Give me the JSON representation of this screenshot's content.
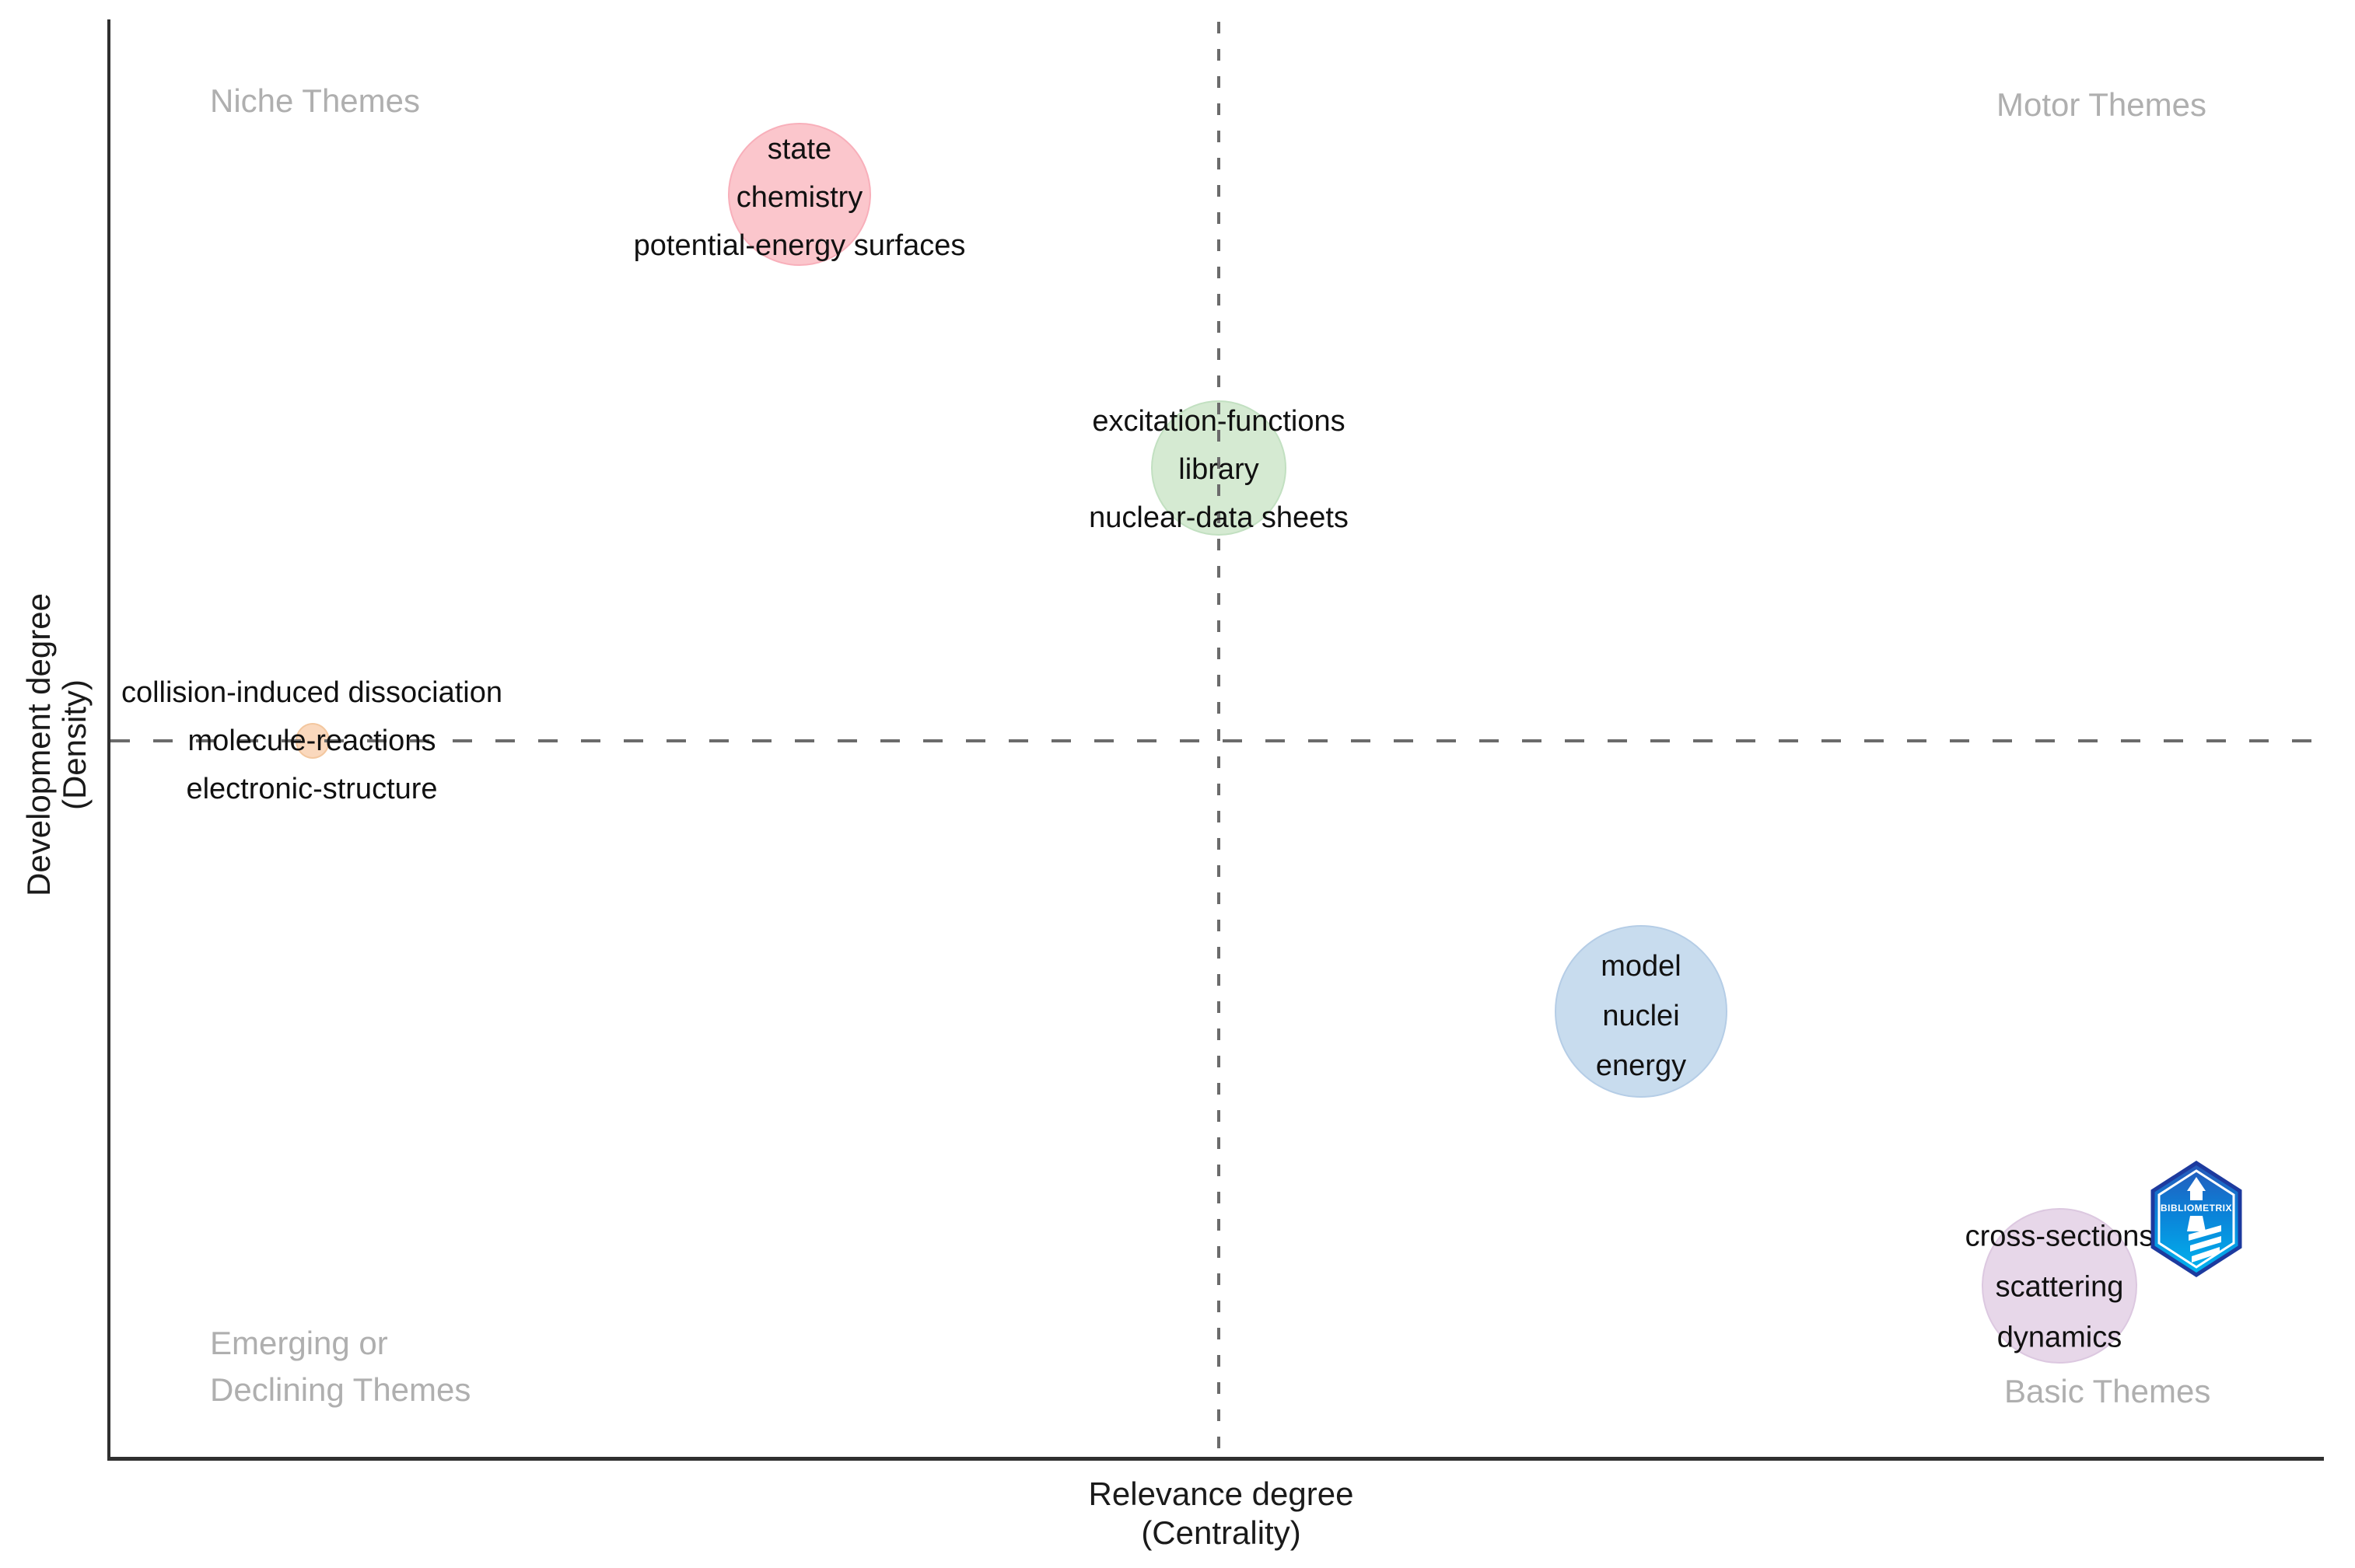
{
  "quadrants": {
    "top_left": "Niche Themes",
    "top_right": "Motor Themes",
    "bottom_left_line1": "Emerging or",
    "bottom_left_line2": "Declining Themes",
    "bottom_right": "Basic Themes"
  },
  "axes": {
    "x_line1": "Relevance degree",
    "x_line2": "(Centrality)",
    "y_line1": "Development degree",
    "y_line2": "(Density)"
  },
  "clusters": [
    {
      "words": [
        "state",
        "chemistry",
        "potential-energy surfaces"
      ],
      "fill": "#fbc6cc",
      "border": "#f8afba"
    },
    {
      "words": [
        "excitation-functions",
        "library",
        "nuclear-data sheets"
      ],
      "fill": "#d5ead2",
      "border": "#c2e0c1"
    },
    {
      "words": [
        "collision-induced dissociation",
        "molecule-reactions",
        "electronic-structure"
      ],
      "fill": "#fad8bd",
      "border": "#f3c79f"
    },
    {
      "words": [
        "model",
        "nuclei",
        "energy"
      ],
      "fill": "#c8dcee",
      "border": "#b5cde6"
    },
    {
      "words": [
        "cross-sections",
        "scattering",
        "dynamics"
      ],
      "fill": "#e7d7e9",
      "border": "#dcc8e0"
    }
  ],
  "logo": {
    "text": "BIBLIOMETRIX"
  },
  "colors": {
    "quadrant_label": "#afafaf",
    "axis_line": "#303030",
    "dashed_line": "#6b6b6b",
    "cluster_text": "#111111",
    "logo_blue_top": "#2757b8",
    "logo_blue_bottom": "#00b5ef"
  },
  "chart_data": {
    "type": "scatter",
    "title": "Thematic map (bibliometrix strategy diagram)",
    "xlabel": "Relevance degree (Centrality)",
    "ylabel": "Development degree (Density)",
    "grid": false,
    "crosshair": {
      "x_frac": 0.5,
      "y_frac": 0.5,
      "style": "dashed"
    },
    "quadrant_labels": [
      "Niche Themes",
      "Motor Themes",
      "Emerging or Declining Themes",
      "Basic Themes"
    ],
    "series": [
      {
        "name": "state; chemistry; potential-energy surfaces",
        "centrality_frac": 0.31,
        "density_frac": 0.88,
        "radius_px": 92,
        "color": "#fbc6cc"
      },
      {
        "name": "excitation-functions; library; nuclear-data sheets",
        "centrality_frac": 0.5,
        "density_frac": 0.69,
        "radius_px": 87,
        "color": "#d5ead2"
      },
      {
        "name": "collision-induced dissociation; molecule-reactions; electronic-structure",
        "centrality_frac": 0.09,
        "density_frac": 0.5,
        "radius_px": 21,
        "color": "#fad8bd"
      },
      {
        "name": "model; nuclei; energy",
        "centrality_frac": 0.69,
        "density_frac": 0.31,
        "radius_px": 111,
        "color": "#c8dcee"
      },
      {
        "name": "cross-sections; scattering; dynamics",
        "centrality_frac": 0.88,
        "density_frac": 0.12,
        "radius_px": 100,
        "color": "#e7d7e9"
      }
    ]
  }
}
